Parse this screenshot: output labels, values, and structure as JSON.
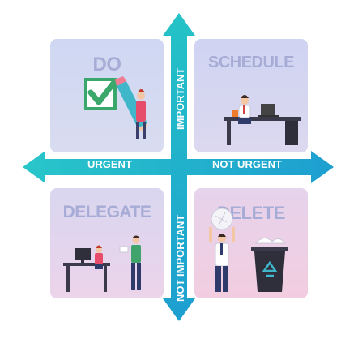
{
  "quadrants": {
    "do": "DO",
    "schedule": "SCHEDULE",
    "delegate": "DELEGATE",
    "delete": "DELETE"
  },
  "axes": {
    "horizontal_left": "URGENT",
    "horizontal_right": "NOT URGENT",
    "vertical_top": "IMPORTANT",
    "vertical_bottom": "NOT IMPORTANT"
  },
  "colors": {
    "arrow": "#22c2c9",
    "arrow_dark": "#1aa3b4",
    "quadrant_title": "#a7acd6",
    "check": "#3aa86b"
  },
  "icons": [
    "checkbox-check-icon",
    "pencil-icon",
    "desk-icon",
    "laptop-icon",
    "recycle-bin-icon",
    "paper-ball-icon",
    "computer-icon"
  ]
}
